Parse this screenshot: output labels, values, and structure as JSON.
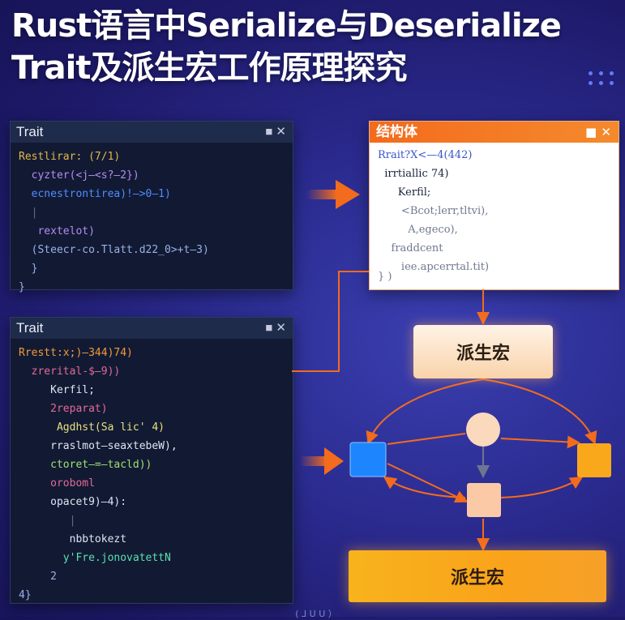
{
  "title": {
    "line1": "Rust语言中Serialize与Deserialize",
    "line2": "Trait及派生宏工作原理探究"
  },
  "panel_top": {
    "title": "Trait",
    "controls": "■ ✕",
    "lines": [
      {
        "text": "Restlirar: (7/1)",
        "color": "#e0b84a"
      },
      {
        "text": "  cyzter(<j—<s?—2})",
        "color": "#b48cf0"
      },
      {
        "text": "  ecnestrontirea)!—>0—1)",
        "color": "#4f8dff"
      },
      {
        "text": "  |",
        "color": "#5a6a90"
      },
      {
        "text": "   rextelot)",
        "color": "#b48cf0"
      },
      {
        "text": "  (Steecr-co.Tlatt.d22_0>+t—3)",
        "color": "#9ab0e8"
      },
      {
        "text": "  }",
        "color": "#9ab0e8"
      },
      {
        "text": "}",
        "color": "#9ab0e8"
      }
    ]
  },
  "panel_bottom": {
    "title": "Trait",
    "controls": "■ ✕",
    "lines": [
      {
        "text": "Rrestt:x;)—344)74)",
        "color": "#f39a3a"
      },
      {
        "text": "  zrerital-$—9))",
        "color": "#e36a9a"
      },
      {
        "text": "     Kerfil;",
        "color": "#dfe4f2"
      },
      {
        "text": "     2reparat)",
        "color": "#e36a9a"
      },
      {
        "text": "      Agdhst(Sa lic' 4)",
        "color": "#e6e080"
      },
      {
        "text": "     rraslmot—seaxtebeW),",
        "color": "#dfe4f2"
      },
      {
        "text": "     ctoret—=—tacld))",
        "color": "#a0e070"
      },
      {
        "text": "     oroboml",
        "color": "#e36a9a"
      },
      {
        "text": "     opacet9)—4):",
        "color": "#dfe4f2"
      },
      {
        "text": "        |",
        "color": "#5a6a90"
      },
      {
        "text": "        nbbtokezt",
        "color": "#dfe4f2"
      },
      {
        "text": "       y'Fre.jonovatettN",
        "color": "#5be0b0"
      },
      {
        "text": "     2",
        "color": "#9ab0e8"
      },
      {
        "text": "4}",
        "color": "#9ab0e8"
      }
    ]
  },
  "struct_panel": {
    "title": "结构体",
    "controls": "■ ✕",
    "lines": [
      {
        "text": "Rrait?X<—4(442)",
        "color": "#3a55c8"
      },
      {
        "text": "  irrtiallic 74)",
        "color": "#1c2440"
      },
      {
        "text": "      Kerfil;",
        "color": "#1c2440"
      },
      {
        "text": "       <Bcot;lerr,tltvi),",
        "color": "#707890"
      },
      {
        "text": "         A,egeco),",
        "color": "#707890"
      },
      {
        "text": "    fraddcent",
        "color": "#707890"
      },
      {
        "text": "       iee.apcerrtal.tit)",
        "color": "#707890"
      }
    ],
    "footer": "} )"
  },
  "diagram": {
    "derive_macro_top": "派生宏",
    "derive_macro_bottom": "派生宏"
  },
  "bottom_faint_text": "( ⅃ U U ）",
  "colors": {
    "accent_orange": "#f36b1c",
    "blue_node": "#1d86ff",
    "gold": "#f9a81b"
  }
}
